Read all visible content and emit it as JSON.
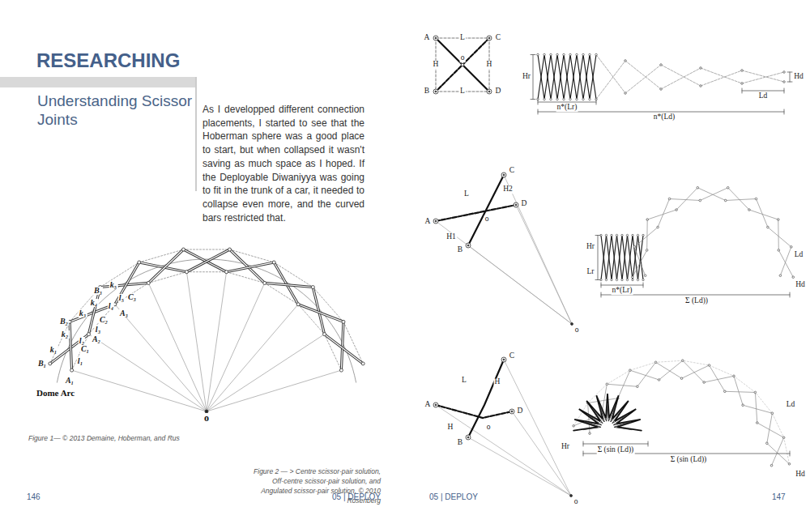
{
  "diagram": {
    "title": "RESEARCHING",
    "labels": [
      "Understanding Scissor Joints",
      "As I developped different connection placements, I started to see that the Hoberman sphere was a good place to start, but when collapsed it wasn't saving as much space as I hoped. If the Deployable Diwaniyya was going to fit in the trunk of a car, it needed to collapse even more, and the curved bars restricted that.",
      "B₁",
      "A₁",
      "k₁",
      "l₁",
      "C₁",
      "l₂",
      "k₂",
      "A₂",
      "B₂",
      "l₃",
      "C₂",
      "k₃",
      "l₄",
      "k₄",
      "A₃",
      "l₅",
      "B₃",
      "k₅",
      "C₃",
      "Dome Arc",
      "o",
      "Figure 1— © 2013 Demaine, Hoberman, and Rus",
      "Figure 2 — > Centre scissor-pair solution, Off-centre scissor-pair solution, and Angulated scissor-pair solution. © 2010 Rosenberg",
      "146",
      "05 | DEPLOY",
      "05 | DEPLOY",
      "147",
      "A",
      "L",
      "C",
      "H",
      "o",
      "H",
      "B",
      "L",
      "D",
      "Hr",
      "n*(Lr)",
      "n*(Ld)",
      "Ld",
      "Hd",
      "C",
      "L",
      "H2",
      "o",
      "D",
      "A",
      "H1",
      "B",
      "o",
      "Hr",
      "Lr",
      "n*(Lr)",
      "Σ (Ld))",
      "Ld",
      "Hd",
      "C",
      "L",
      "H",
      "A",
      "o",
      "D",
      "H",
      "B",
      "o",
      "Hr",
      "Σ (sin (Ld))",
      "Σ (sin (Ld))",
      "Ld",
      "Hd"
    ]
  }
}
